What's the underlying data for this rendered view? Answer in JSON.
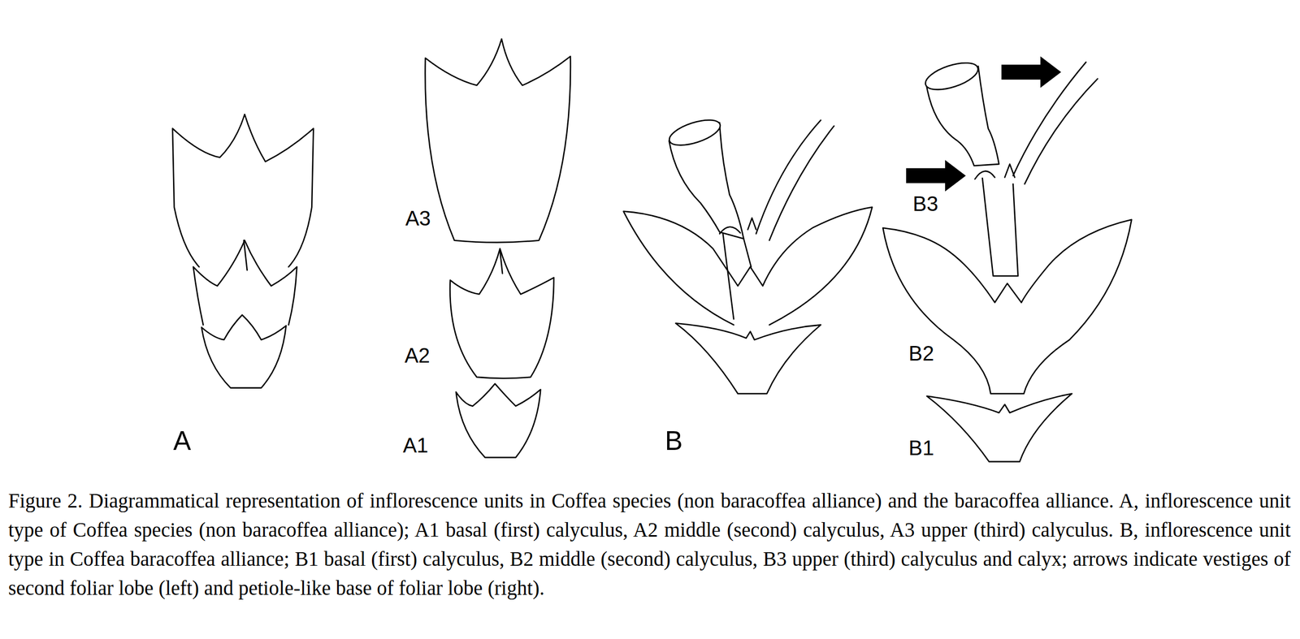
{
  "diagram": {
    "caption": "Figure 2. Diagrammatical representation of inflorescence units in Coffea species (non baracoffea alliance) and the baracoffea alliance. A, inflorescence unit type of Coffea species (non baracoffea alliance); A1 basal (first) calyculus, A2 middle (second) calyculus, A3 upper (third) calyculus. B, inflorescence unit type in Coffea baracoffea alliance; B1 basal (first) calyculus, B2 middle (second) calyculus, B3 upper (third) calyculus and calyx; arrows indicate vestiges of second foliar lobe (left) and petiole-like base of foliar lobe (right).",
    "labels": [
      "A",
      "A3",
      "A2",
      "A1",
      "B",
      "B3",
      "B2",
      "B1"
    ]
  }
}
